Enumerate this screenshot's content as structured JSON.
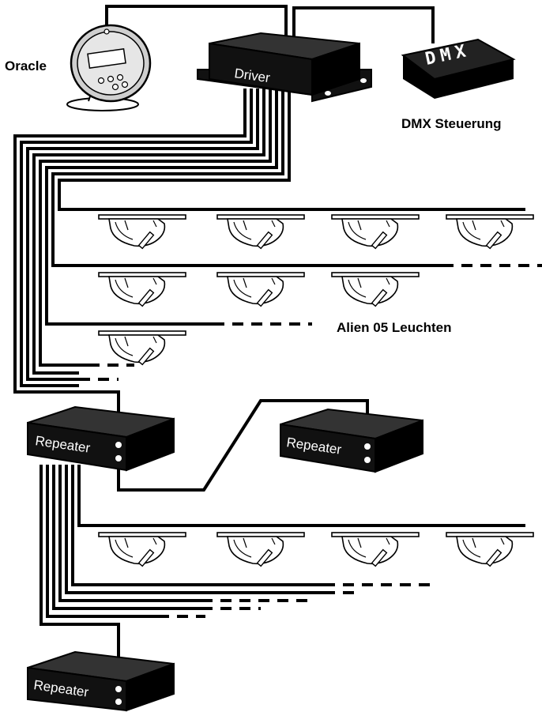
{
  "labels": {
    "oracle": "Oracle",
    "driver": "Driver",
    "dmx_box": "DMX",
    "dmx_controller": "DMX Steuerung",
    "fixtures": "Alien 05 Leuchten",
    "repeater": "Repeater"
  },
  "colors": {
    "line": "#000000",
    "box": "#111111",
    "background": "#ffffff"
  }
}
